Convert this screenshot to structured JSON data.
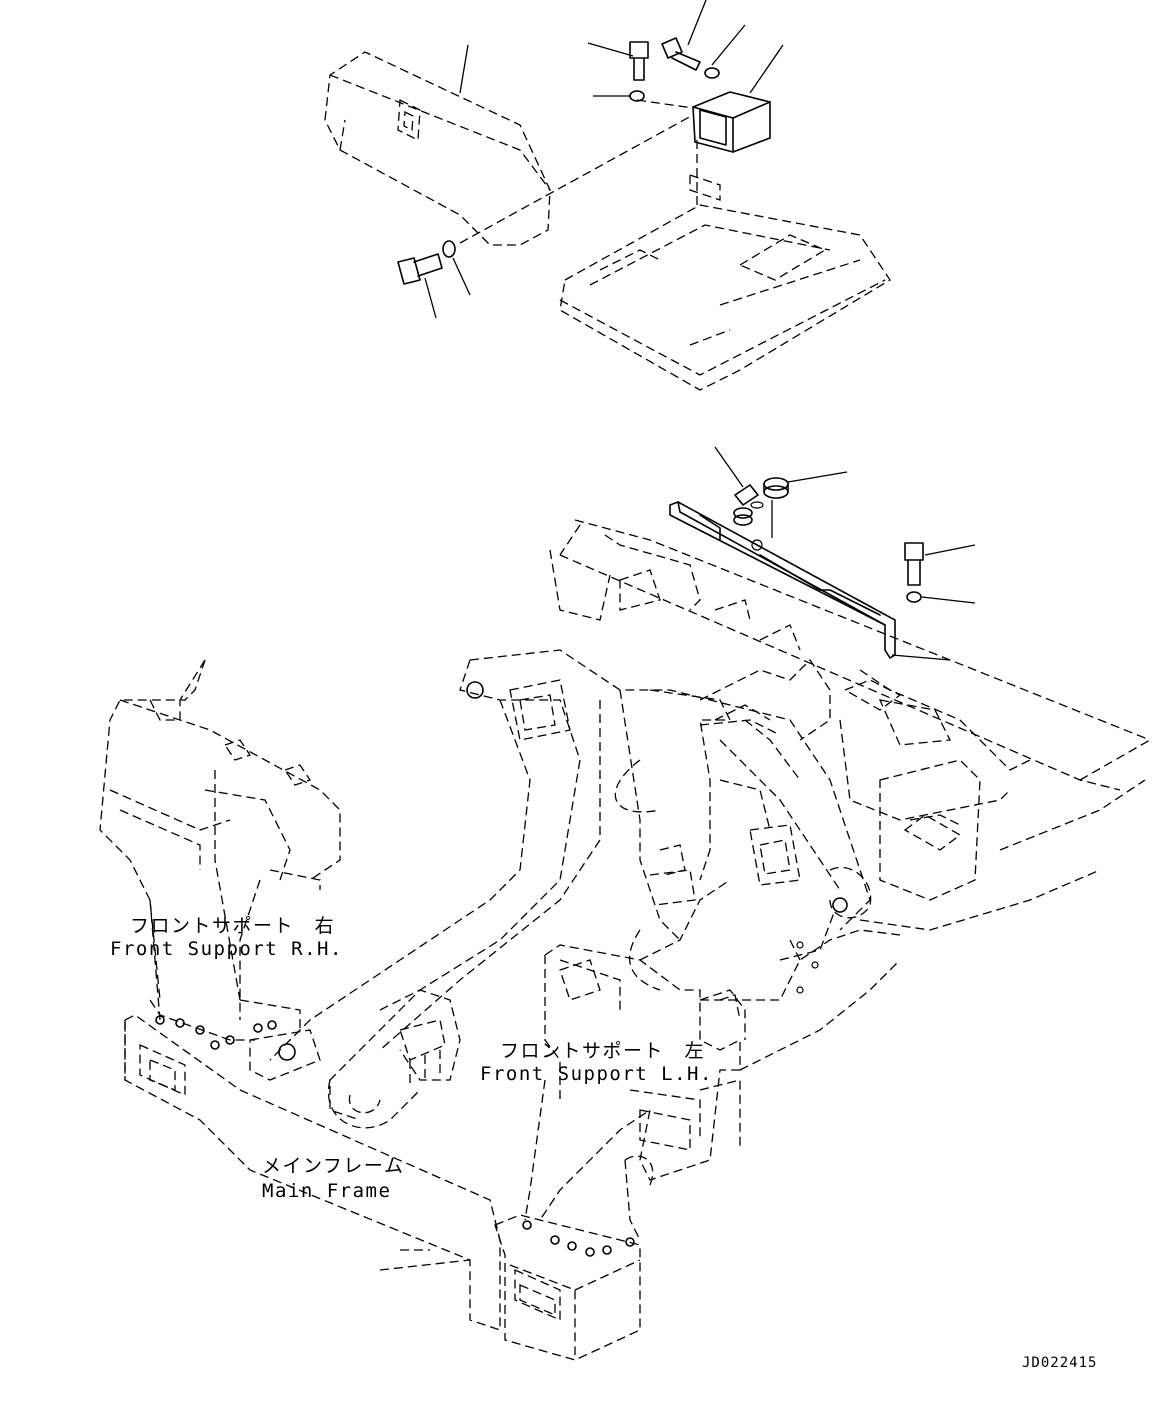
{
  "labels": {
    "front_support_rh_jp": "フロントサポート　右",
    "front_support_rh_en": "Front Support R.H.",
    "front_support_lh_jp": "フロントサポート　左",
    "front_support_lh_en": "Front Support L.H.",
    "main_frame_jp": "メインフレーム",
    "main_frame_en": "Main Frame"
  },
  "drawing_code": "JD022415"
}
